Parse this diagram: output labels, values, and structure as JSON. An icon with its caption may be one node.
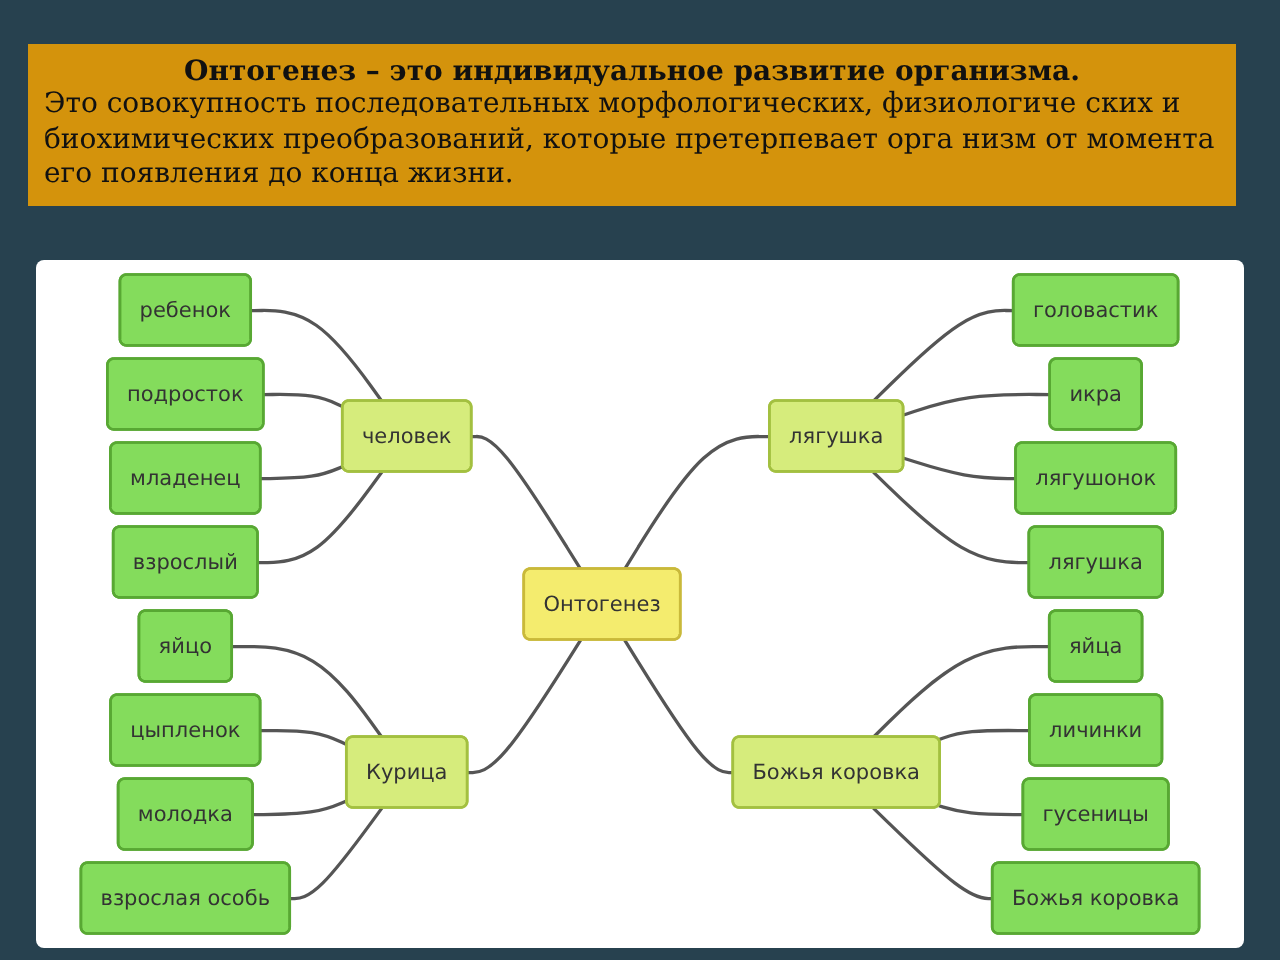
{
  "diagram": {
    "title": "Онтогенез – это индивидуальное развитие организма.",
    "nodes": [
      {
        "text": [
          "Онтогенез"
        ]
      },
      {
        "text": [
          "человек"
        ]
      },
      {
        "text": [
          "ребенок"
        ]
      },
      {
        "text": [
          "подросток"
        ]
      },
      {
        "text": [
          "младенец"
        ]
      },
      {
        "text": [
          "взрослый"
        ]
      },
      {
        "text": [
          "лягушка"
        ]
      },
      {
        "text": [
          "головастик"
        ]
      },
      {
        "text": [
          "икра"
        ]
      },
      {
        "text": [
          "лягушонок"
        ]
      },
      {
        "text": [
          "лягушка"
        ]
      },
      {
        "text": [
          "Курица"
        ]
      },
      {
        "text": [
          "яйцо"
        ]
      },
      {
        "text": [
          "цыпленок"
        ]
      },
      {
        "text": [
          "молодка"
        ]
      },
      {
        "text": [
          "взрослая особь"
        ]
      },
      {
        "text": [
          "Божья коровка"
        ]
      },
      {
        "text": [
          "яйца"
        ]
      },
      {
        "text": [
          "личинки"
        ]
      },
      {
        "text": [
          "гусеницы"
        ]
      },
      {
        "text": [
          "Божья коровка"
        ]
      }
    ],
    "edges": [
      {
        "from": 1,
        "to": 0,
        "arrow": "none"
      },
      {
        "from": 0,
        "to": 6,
        "arrow": "none"
      },
      {
        "from": 11,
        "to": 0,
        "arrow": "none"
      },
      {
        "from": 0,
        "to": 16,
        "arrow": "none"
      },
      {
        "from": 2,
        "to": 1,
        "arrow": "none"
      },
      {
        "from": 3,
        "to": 1,
        "arrow": "none"
      },
      {
        "from": 4,
        "to": 1,
        "arrow": "none"
      },
      {
        "from": 5,
        "to": 1,
        "arrow": "none"
      },
      {
        "from": 6,
        "to": 7,
        "arrow": "none"
      },
      {
        "from": 6,
        "to": 8,
        "arrow": "none"
      },
      {
        "from": 6,
        "to": 9,
        "arrow": "none"
      },
      {
        "from": 6,
        "to": 10,
        "arrow": "none"
      },
      {
        "from": 12,
        "to": 11,
        "arrow": "none"
      },
      {
        "from": 13,
        "to": 11,
        "arrow": "none"
      },
      {
        "from": 14,
        "to": 11,
        "arrow": "none"
      },
      {
        "from": 15,
        "to": 11,
        "arrow": "none"
      },
      {
        "from": 16,
        "to": 17,
        "arrow": "none"
      },
      {
        "from": 16,
        "to": 18,
        "arrow": "none"
      },
      {
        "from": 16,
        "to": 19,
        "arrow": "none"
      },
      {
        "from": 16,
        "to": 20,
        "arrow": "none"
      }
    ],
    "labels": [
      "Это совокупность последовательных морфологических, физиологиче ских и биохимических преобразований, которые претерпевает орга низм от момента его появления до конца жизни."
    ]
  }
}
